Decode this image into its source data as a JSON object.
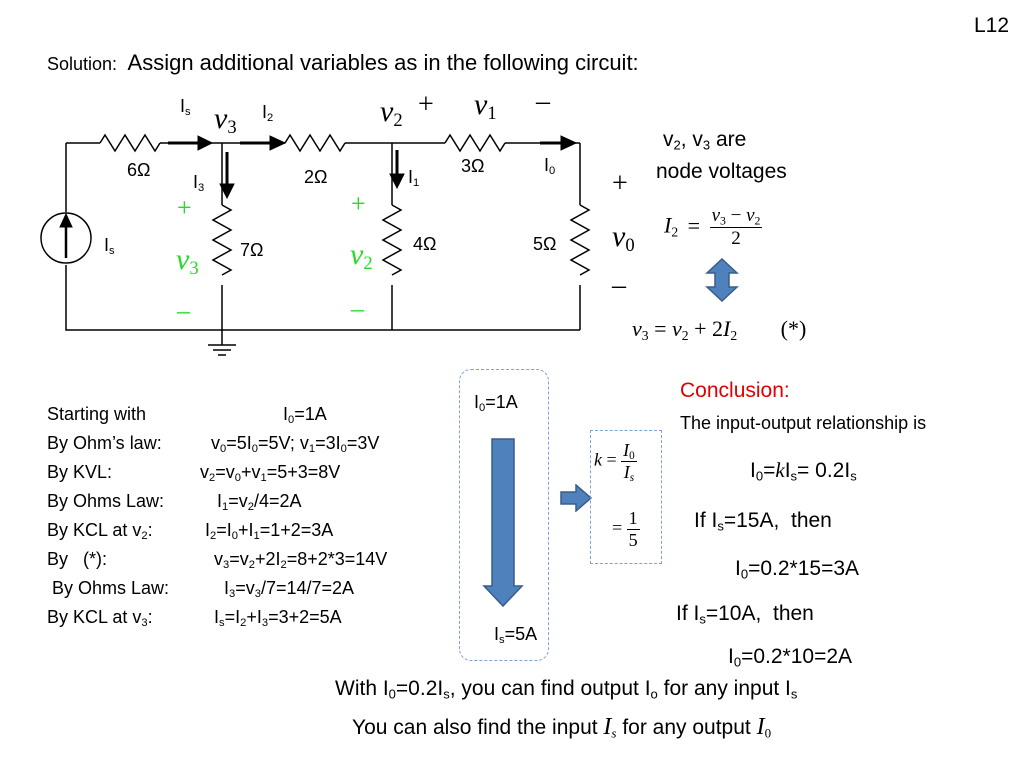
{
  "slide_label": "L12",
  "heading": {
    "solution": "Solution:",
    "text": "Assign additional variables as in the following circuit:"
  },
  "circuit": {
    "r1": "6Ω",
    "r2": "2Ω",
    "r3": "3Ω",
    "r4": "7Ω",
    "r5": "4Ω",
    "r6": "5Ω",
    "Is_top": "I",
    "Is_top_sub": "s",
    "I2": "I",
    "I2_sub": "2",
    "I3": "I",
    "I3_sub": "3",
    "I1": "I",
    "I1_sub": "1",
    "I0": "I",
    "I0_sub": "0",
    "Is_src": "I",
    "Is_src_sub": "s",
    "v3": "v",
    "v3_sub": "3",
    "v2": "v",
    "v2_sub": "2",
    "v1": "v",
    "v1_sub": "1",
    "v0": "v",
    "v0_sub": "0",
    "plus": "+",
    "minus": "–"
  },
  "side_notes": {
    "node_line1_a": "v",
    "node_line1_s1": "2",
    "node_line1_b": ", v",
    "node_line1_s2": "3",
    "node_line1_c": " are",
    "node_line2": "node voltages",
    "plus": "+",
    "minus": "–",
    "v": "v",
    "v0_sub": "0",
    "eq1_lhs": "I",
    "eq1_lhs_sub": "2",
    "eq1_eq": "=",
    "eq1_num_a": "v",
    "eq1_num_s1": "3",
    "eq1_num_minus": " − ",
    "eq1_num_b": "v",
    "eq1_num_s2": "2",
    "eq1_den": "2",
    "eq2_a": "v",
    "eq2_s1": "3",
    "eq2_eq": " = ",
    "eq2_b": "v",
    "eq2_s2": "2",
    "eq2_plus": " + 2",
    "eq2_c": "I",
    "eq2_s3": "2",
    "eq2_tag": "(*)"
  },
  "steps": [
    {
      "a": "Starting with",
      "b": "I",
      "s1": "0",
      "c": "=1A"
    },
    {
      "a": "By Ohm’s law:",
      "b": "v",
      "s1": "0",
      "c": "=5I",
      "s2": "0",
      "d": "=5V;  v",
      "s3": "1",
      "e": "=3I",
      "s4": "0",
      "f": "=3V"
    },
    {
      "a": "By KVL:",
      "b": "v",
      "s1": "2",
      "c": "=v",
      "s2": "0",
      "d": "+v",
      "s3": "1",
      "e": "=5+3=8V"
    },
    {
      "a": "By Ohms Law:",
      "b": "I",
      "s1": "1",
      "c": "=v",
      "s2": "2",
      "d": "/4=2A"
    },
    {
      "a": "By KCL at v",
      "as": "2",
      "a2": ":",
      "b": "I",
      "s1": "2",
      "c": "=I",
      "s2": "0",
      "d": "+I",
      "s3": "1",
      "e": "=1+2=3A"
    },
    {
      "a": "By   (*):",
      "b": "v",
      "s1": "3",
      "c": "=v",
      "s2": "2",
      "d": "+2I",
      "s3": "2",
      "e": "=8+2*3=14V"
    },
    {
      "a": " By Ohms Law:",
      "b": "I",
      "s1": "3",
      "c": "=v",
      "s2": "3",
      "d": "/7=14/7=2A"
    },
    {
      "a": "By KCL at v",
      "as": "3",
      "a2": ":",
      "b": "I",
      "s1": "s",
      "c": "=I",
      "s2": "2",
      "d": "+I",
      "s3": "3",
      "e": "=3+2=5A"
    }
  ],
  "flow": {
    "top": "I",
    "top_sub": "0",
    "top_rest": "=1A",
    "bottom": "I",
    "bottom_sub": "s",
    "bottom_rest": "=5A",
    "k": "k",
    "eq": "=",
    "k_num": "I",
    "k_num_sub": "0",
    "k_den": "I",
    "k_den_sub": "s",
    "eq2": "=",
    "one": "1",
    "five": "5"
  },
  "conclusion": {
    "title": "Conclusion:",
    "line1": "The input-output relationship is",
    "rel_a": "I",
    "rel_s1": "0",
    "rel_b": "=",
    "rel_k": "k",
    "rel_c": "I",
    "rel_s2": "s",
    "rel_d": "= 0.2I",
    "rel_s3": "s",
    "if1_a": "If I",
    "if1_s": "s",
    "if1_b": "=15A,  then",
    "res1_a": "I",
    "res1_s": "0",
    "res1_b": "=0.2*15=3A",
    "if2_a": "If I",
    "if2_s": "s",
    "if2_b": "=10A,  then",
    "res2_a": "I",
    "res2_s": "0",
    "res2_b": "=0.2*10=2A"
  },
  "footer": {
    "l1_a": "With I",
    "l1_s1": "0",
    "l1_b": "=0.2I",
    "l1_s2": "s",
    "l1_c": ", you can find output I",
    "l1_s3": "o",
    "l1_d": " for any input I",
    "l1_s4": "s",
    "l2_a": "You can also find the input ",
    "l2_I1": "I",
    "l2_s1": "s",
    "l2_b": " for any output ",
    "l2_I2": "I",
    "l2_s2": "0"
  },
  "colors": {
    "arrow_fill": "#4f81bd",
    "arrow_stroke": "#385d8a",
    "green": "#22dd22",
    "red": "#e00000",
    "box_border": "#7da3d6"
  }
}
